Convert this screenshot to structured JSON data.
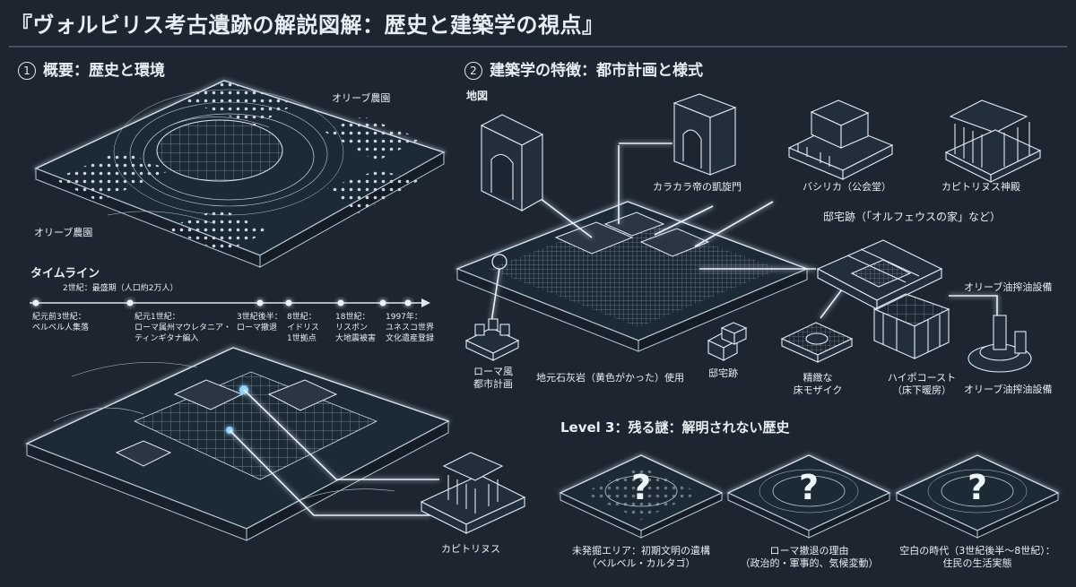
{
  "title": "『ヴォルビリス考古遺跡の解説図解：歴史と建築学の視点』",
  "section1": {
    "number": "1",
    "heading": "概要：歴史と環境",
    "olive_top": "オリーブ農園",
    "olive_left": "オリーブ農園",
    "timeline": {
      "heading": "タイムライン",
      "peak": "2世紀：最盛期（人口約2万人）",
      "events": [
        {
          "line1": "紀元前3世紀：",
          "line2": "ベルベル人集落",
          "line3": ""
        },
        {
          "line1": "紀元1世紀：",
          "line2": "ローマ属州マウレタニア・",
          "line3": "ティンギタナ編入"
        },
        {
          "line1": "3世紀後半：",
          "line2": "ローマ撤退",
          "line3": ""
        },
        {
          "line1": "8世紀：",
          "line2": "イドリス",
          "line3": "1世拠点"
        },
        {
          "line1": "18世紀：",
          "line2": "リスボン",
          "line3": "大地震被害"
        },
        {
          "line1": "1997年：",
          "line2": "ユネスコ世界",
          "line3": "文化遺産登録"
        }
      ]
    },
    "capitol_label": "カピトリヌス"
  },
  "section2": {
    "number": "2",
    "heading": "建築学の特徴：都市計画と様式",
    "map_label": "地図",
    "arch_label": "カラカラ帝の凱旋門",
    "basilica_label": "バシリカ（公会堂）",
    "capitol_label": "カピトリヌス神殿",
    "house_heading": "邸宅跡（「オルフェウスの家」など）",
    "roman_plan_line1": "ローマ風",
    "roman_plan_line2": "都市計画",
    "limestone_label": "地元石灰岩（黄色がかった）使用",
    "residence_label": "邸宅跡",
    "mosaic_line1": "精緻な",
    "mosaic_line2": "床モザイク",
    "hypocaust_line1": "ハイポコースト",
    "hypocaust_line2": "（床下暖房）",
    "olive_press_top": "オリーブ油搾油設備",
    "olive_press_bottom": "オリーブ油搾油設備"
  },
  "section3": {
    "heading": "Level 3：残る謎：解明されない歴史",
    "mysteries": [
      {
        "line1": "未発掘エリア：初期文明の遺構",
        "line2": "（ベルベル・カルタゴ）"
      },
      {
        "line1": "ローマ撤退の理由",
        "line2": "（政治的・軍事的、気候変動）"
      },
      {
        "line1": "空白の時代（3世紀後半〜8世紀）：",
        "line2": "住民の生活実態"
      }
    ],
    "question_mark": "?"
  },
  "colors": {
    "background": "#1c2530",
    "line": "#b9c8d6",
    "glow": "#8fd0ff",
    "text": "#e8eef4"
  }
}
